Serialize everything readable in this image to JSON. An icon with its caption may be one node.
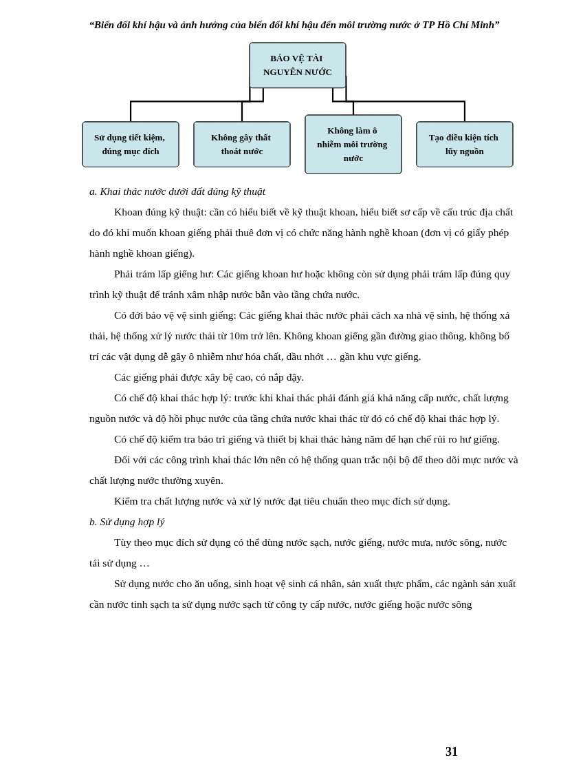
{
  "diagram": {
    "title": "“Biến đổi khí hậu và ảnh hưởng của biến đổi khí hậu đến môi trường nước ở TP Hồ Chí Minh”",
    "nodes": [
      {
        "text": [
          "BẢO VỆ TÀI NGUYÊN NƯỚC"
        ]
      },
      {
        "text": [
          "Sử dụng tiết kiệm, đúng mục đích"
        ]
      },
      {
        "text": [
          "Không gây thất thoát nước"
        ]
      },
      {
        "text": [
          "Không làm ô nhiễm môi trường nước"
        ]
      },
      {
        "text": [
          "Tạo điều kiện tích lũy nguồn"
        ]
      }
    ],
    "edges": [
      {
        "from": 0,
        "to": 1,
        "arrow": "none"
      },
      {
        "from": 0,
        "to": 2,
        "arrow": "none"
      },
      {
        "from": 0,
        "to": 3,
        "arrow": "none"
      },
      {
        "from": 0,
        "to": 4,
        "arrow": "none"
      }
    ],
    "labels": [
      "a. Khai thác nước dưới đất đúng kỹ thuật",
      "Khoan đúng kỹ thuật: cần có hiểu biết về kỹ thuật khoan, hiểu biết sơ cấp về cấu trúc địa chất do đó khi muốn khoan giếng phải thuê đơn vị có chức năng hành nghề khoan (đơn vị có giấy phép hành nghề khoan giếng).",
      "Phải trám lấp giếng hư: Các giếng khoan hư hoặc không còn sử dụng phải trám lấp đúng quy trình kỹ thuật để tránh xâm nhập nước bẫn vào tầng chứa nước.",
      "Có đới bảo vệ vệ sinh giếng: Các giếng khai thác nước phải cách xa nhà vệ sinh, hệ thống xả thải, hệ thống xử lý nước thải từ 10m trở lên. Không khoan giếng gần đường giao thông, không bố trí các vật dụng dễ gây ô nhiễm như hóa chất, dầu nhớt … gần khu vực giếng.",
      "Các giếng phải được xây bệ cao, có nắp đậy.",
      "Có chế độ khai thác hợp lý: trước khi khai thác phải đánh giá khả năng cấp nước, chất lượng nguồn nước và độ hồi phục nước của tầng chứa nước khai thác từ đó có chế độ khai thác hợp lý.",
      "Có chế độ kiểm tra bảo trì giếng và thiết bị khai thác hàng năm để hạn chế rủi ro hư giếng.",
      "Đối với các công trình khai thác lớn nên có hệ thống quan trắc nội bộ để theo dõi mực nước và chất lượng nước thường xuyên.",
      "Kiểm tra chất lượng nước và xử lý nước đạt tiêu chuẩn theo mục đích sử dụng.",
      "b. Sử dụng hợp lý",
      "Tùy theo mục đích sử dụng có thể dùng nước sạch, nước giếng, nước mưa, nước sông, nước tái sử dụng …",
      "Sử dụng nước cho ăn uống, sinh hoạt vệ sinh cá nhân, sản xuất thực phẩm, các ngành sản xuất cần nước tinh sạch ta sử dụng nước sạch từ công ty cấp nước, nước giếng hoặc nước sông",
      "31"
    ]
  }
}
